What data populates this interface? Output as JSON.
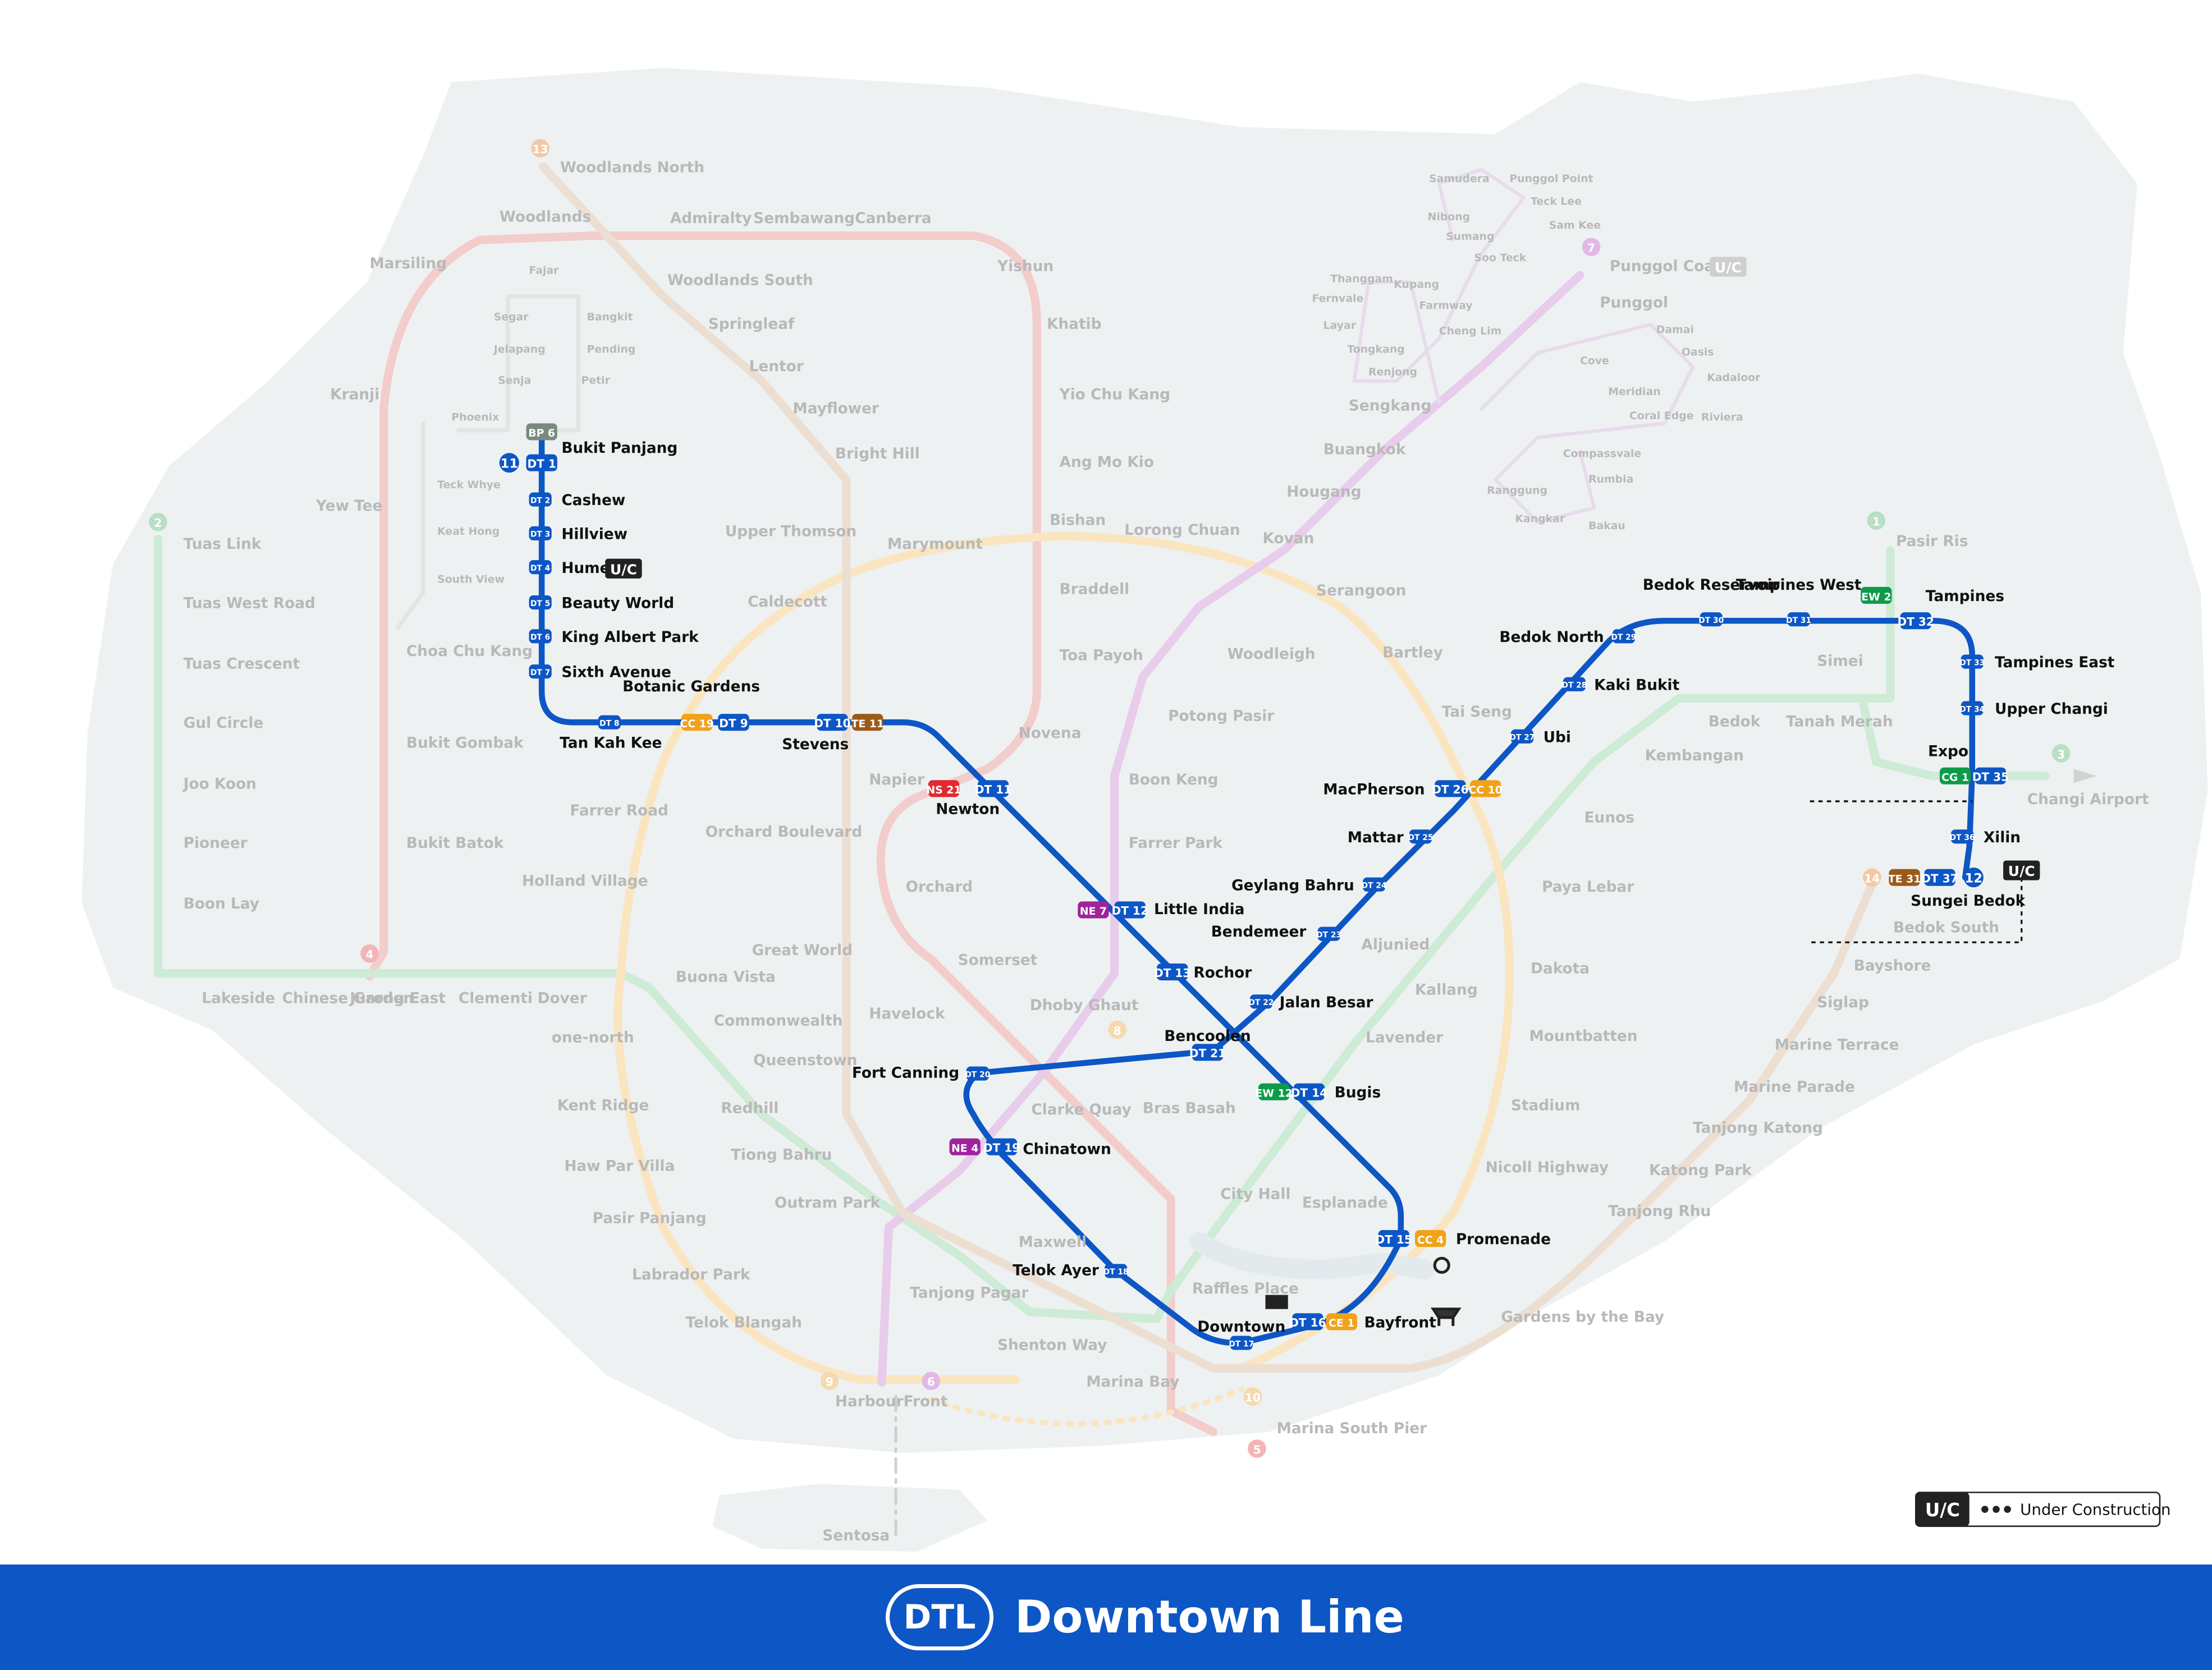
{
  "title": "Downtown Line",
  "badge": "DTL",
  "legend": {
    "uc": "U/C",
    "label": "Under Construction"
  },
  "colors": {
    "dtl": "#0d56c5",
    "ns": "#f4c6c6",
    "ew": "#c8ead0",
    "cc": "#fde3b8",
    "ne": "#e8c6ea",
    "te": "#ecdccd",
    "bp": "#cfd4d2",
    "ground": "#eef1f2",
    "footer": "#0d56c5",
    "dt_text": "#111111",
    "faded_text": "#b9b9b9"
  },
  "line_numbers": [
    "11",
    "12"
  ],
  "dtl_stations": [
    {
      "code": "DT 1",
      "name": "Bukit Panjang"
    },
    {
      "code": "DT 2",
      "name": "Cashew"
    },
    {
      "code": "DT 3",
      "name": "Hillview"
    },
    {
      "code": "DT 4",
      "name": "Hume"
    },
    {
      "code": "DT 5",
      "name": "Beauty World"
    },
    {
      "code": "DT 6",
      "name": "King Albert Park"
    },
    {
      "code": "DT 7",
      "name": "Sixth Avenue"
    },
    {
      "code": "DT 8",
      "name": "Tan Kah Kee"
    },
    {
      "code": "DT 9",
      "name": "Botanic Gardens"
    },
    {
      "code": "DT 10",
      "name": "Stevens"
    },
    {
      "code": "DT 11",
      "name": "Newton"
    },
    {
      "code": "DT 12",
      "name": "Little India"
    },
    {
      "code": "DT 13",
      "name": "Rochor"
    },
    {
      "code": "DT 14",
      "name": "Bugis"
    },
    {
      "code": "DT 15",
      "name": "Promenade"
    },
    {
      "code": "DT 16",
      "name": "Bayfront"
    },
    {
      "code": "DT 17",
      "name": "Downtown"
    },
    {
      "code": "DT 18",
      "name": "Telok Ayer"
    },
    {
      "code": "DT 19",
      "name": "Chinatown"
    },
    {
      "code": "DT 20",
      "name": "Fort Canning"
    },
    {
      "code": "DT 21",
      "name": "Bencoolen"
    },
    {
      "code": "DT 22",
      "name": "Jalan Besar"
    },
    {
      "code": "DT 23",
      "name": "Bendemeer"
    },
    {
      "code": "DT 24",
      "name": "Geylang Bahru"
    },
    {
      "code": "DT 25",
      "name": "Mattar"
    },
    {
      "code": "DT 26",
      "name": "MacPherson"
    },
    {
      "code": "DT 27",
      "name": "Ubi"
    },
    {
      "code": "DT 28",
      "name": "Kaki Bukit"
    },
    {
      "code": "DT 29",
      "name": "Bedok North"
    },
    {
      "code": "DT 30",
      "name": "Bedok Reservoir"
    },
    {
      "code": "DT 31",
      "name": "Tampines West"
    },
    {
      "code": "DT 32",
      "name": "Tampines"
    },
    {
      "code": "DT 33",
      "name": "Tampines East"
    },
    {
      "code": "DT 34",
      "name": "Upper Changi"
    },
    {
      "code": "DT 35",
      "name": "Expo"
    },
    {
      "code": "DT 36",
      "name": "Xilin"
    },
    {
      "code": "DT 37",
      "name": "Sungei Bedok"
    }
  ],
  "interchange_codes": [
    "BP 6",
    "CC 19",
    "TE 11",
    "NS 21",
    "NE 7",
    "EW 12",
    "CC 4",
    "CE 1",
    "CC 10",
    "EW 2",
    "CG 1",
    "TE 31",
    "NE 4"
  ],
  "uc_tags": [
    "U/C",
    "U/C",
    "U/C"
  ],
  "other_stations": [
    "Woodlands North",
    "Woodlands",
    "Admiralty",
    "Sembawang",
    "Canberra",
    "Yishun",
    "Khatib",
    "Yio Chu Kang",
    "Ang Mo Kio",
    "Bishan",
    "Braddell",
    "Toa Payoh",
    "Novena",
    "Marsiling",
    "Kranji",
    "Yew Tee",
    "Choa Chu Kang",
    "Bukit Gombak",
    "Bukit Batok",
    "Jurong East",
    "Woodlands South",
    "Springleaf",
    "Lentor",
    "Mayflower",
    "Bright Hill",
    "Upper Thomson",
    "Caldecott",
    "Napier",
    "Orchard Boulevard",
    "Orchard",
    "Great World",
    "Havelock",
    "Outram Park",
    "Maxwell",
    "Shenton Way",
    "Marina Bay",
    "Marina South Pier",
    "Gardens by the Bay",
    "Tanjong Rhu",
    "Katong Park",
    "Tanjong Katong",
    "Marine Parade",
    "Marine Terrace",
    "Siglap",
    "Bayshore",
    "Bedok South",
    "Tuas Link",
    "Tuas West Road",
    "Tuas Crescent",
    "Gul Circle",
    "Joo Koon",
    "Pioneer",
    "Boon Lay",
    "Lakeside",
    "Chinese Garden",
    "Clementi",
    "Dover",
    "Buona Vista",
    "Commonwealth",
    "Queenstown",
    "Redhill",
    "Tiong Bahru",
    "Tanjong Pagar",
    "City Hall",
    "Raffles Place",
    "Lavender",
    "Kallang",
    "Aljunied",
    "Paya Lebar",
    "Eunos",
    "Kembangan",
    "Bedok",
    "Tanah Merah",
    "Simei",
    "Pasir Ris",
    "Changi Airport",
    "Marymount",
    "Lorong Chuan",
    "Serangoon",
    "Bartley",
    "Tai Seng",
    "Dakota",
    "Mountbatten",
    "Stadium",
    "Nicoll Highway",
    "Esplanade",
    "Bras Basah",
    "Dhoby Ghaut",
    "Holland Village",
    "Farrer Road",
    "one-north",
    "Kent Ridge",
    "Haw Par Villa",
    "Pasir Panjang",
    "Labrador Park",
    "Telok Blangah",
    "HarbourFront",
    "Sentosa",
    "Punggol Coast",
    "Punggol",
    "Sengkang",
    "Buangkok",
    "Hougang",
    "Kovan",
    "Woodleigh",
    "Potong Pasir",
    "Boon Keng",
    "Farrer Park",
    "Clarke Quay",
    "Somerset",
    "Phoenix",
    "Teck Whye",
    "Keat Hong",
    "South View",
    "Fajar",
    "Segar",
    "Jelapang",
    "Senja",
    "Bangkit",
    "Pending",
    "Petir",
    "Samudera",
    "Nibong",
    "Sumang",
    "Soo Teck",
    "Punggol Point",
    "Teck Lee",
    "Sam Kee",
    "Thanggam",
    "Fernvale",
    "Layar",
    "Tongkang",
    "Renjong",
    "Kupang",
    "Farmway",
    "Cheng Lim",
    "Cove",
    "Meridian",
    "Coral Edge",
    "Riviera",
    "Kadaloor",
    "Oasis",
    "Damai",
    "Compassvale",
    "Rumbia",
    "Bakau",
    "Kangkar",
    "Ranggung"
  ],
  "line_badges": [
    "13",
    "2",
    "4",
    "7",
    "1",
    "3",
    "14",
    "8",
    "9",
    "6",
    "10",
    "5"
  ]
}
